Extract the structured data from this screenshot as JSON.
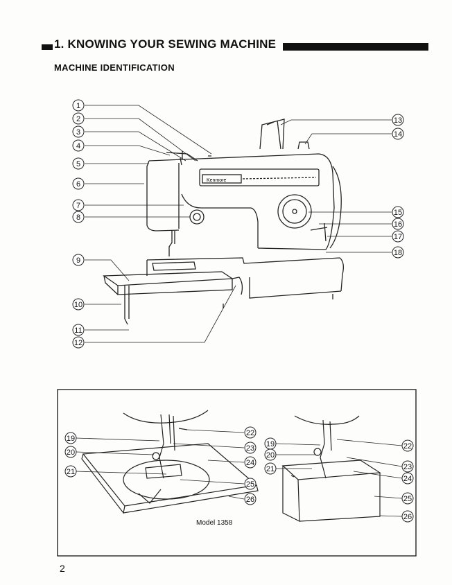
{
  "header": {
    "title": "1. KNOWING YOUR SEWING MACHINE",
    "subtitle": "MACHINE IDENTIFICATION"
  },
  "main_diagram": {
    "brand_label": "Kenmore",
    "callouts": [
      "1",
      "2",
      "3",
      "4",
      "5",
      "6",
      "7",
      "8",
      "9",
      "10",
      "11",
      "12",
      "13",
      "14",
      "15",
      "16",
      "17",
      "18"
    ]
  },
  "inset": {
    "left_callouts": [
      "19",
      "20",
      "21",
      "22",
      "23",
      "24",
      "25",
      "26"
    ],
    "right_callouts": [
      "19",
      "20",
      "21",
      "22",
      "23",
      "24",
      "25",
      "26"
    ],
    "model_label": "Model 1358"
  },
  "footer": {
    "page_number": "2"
  }
}
